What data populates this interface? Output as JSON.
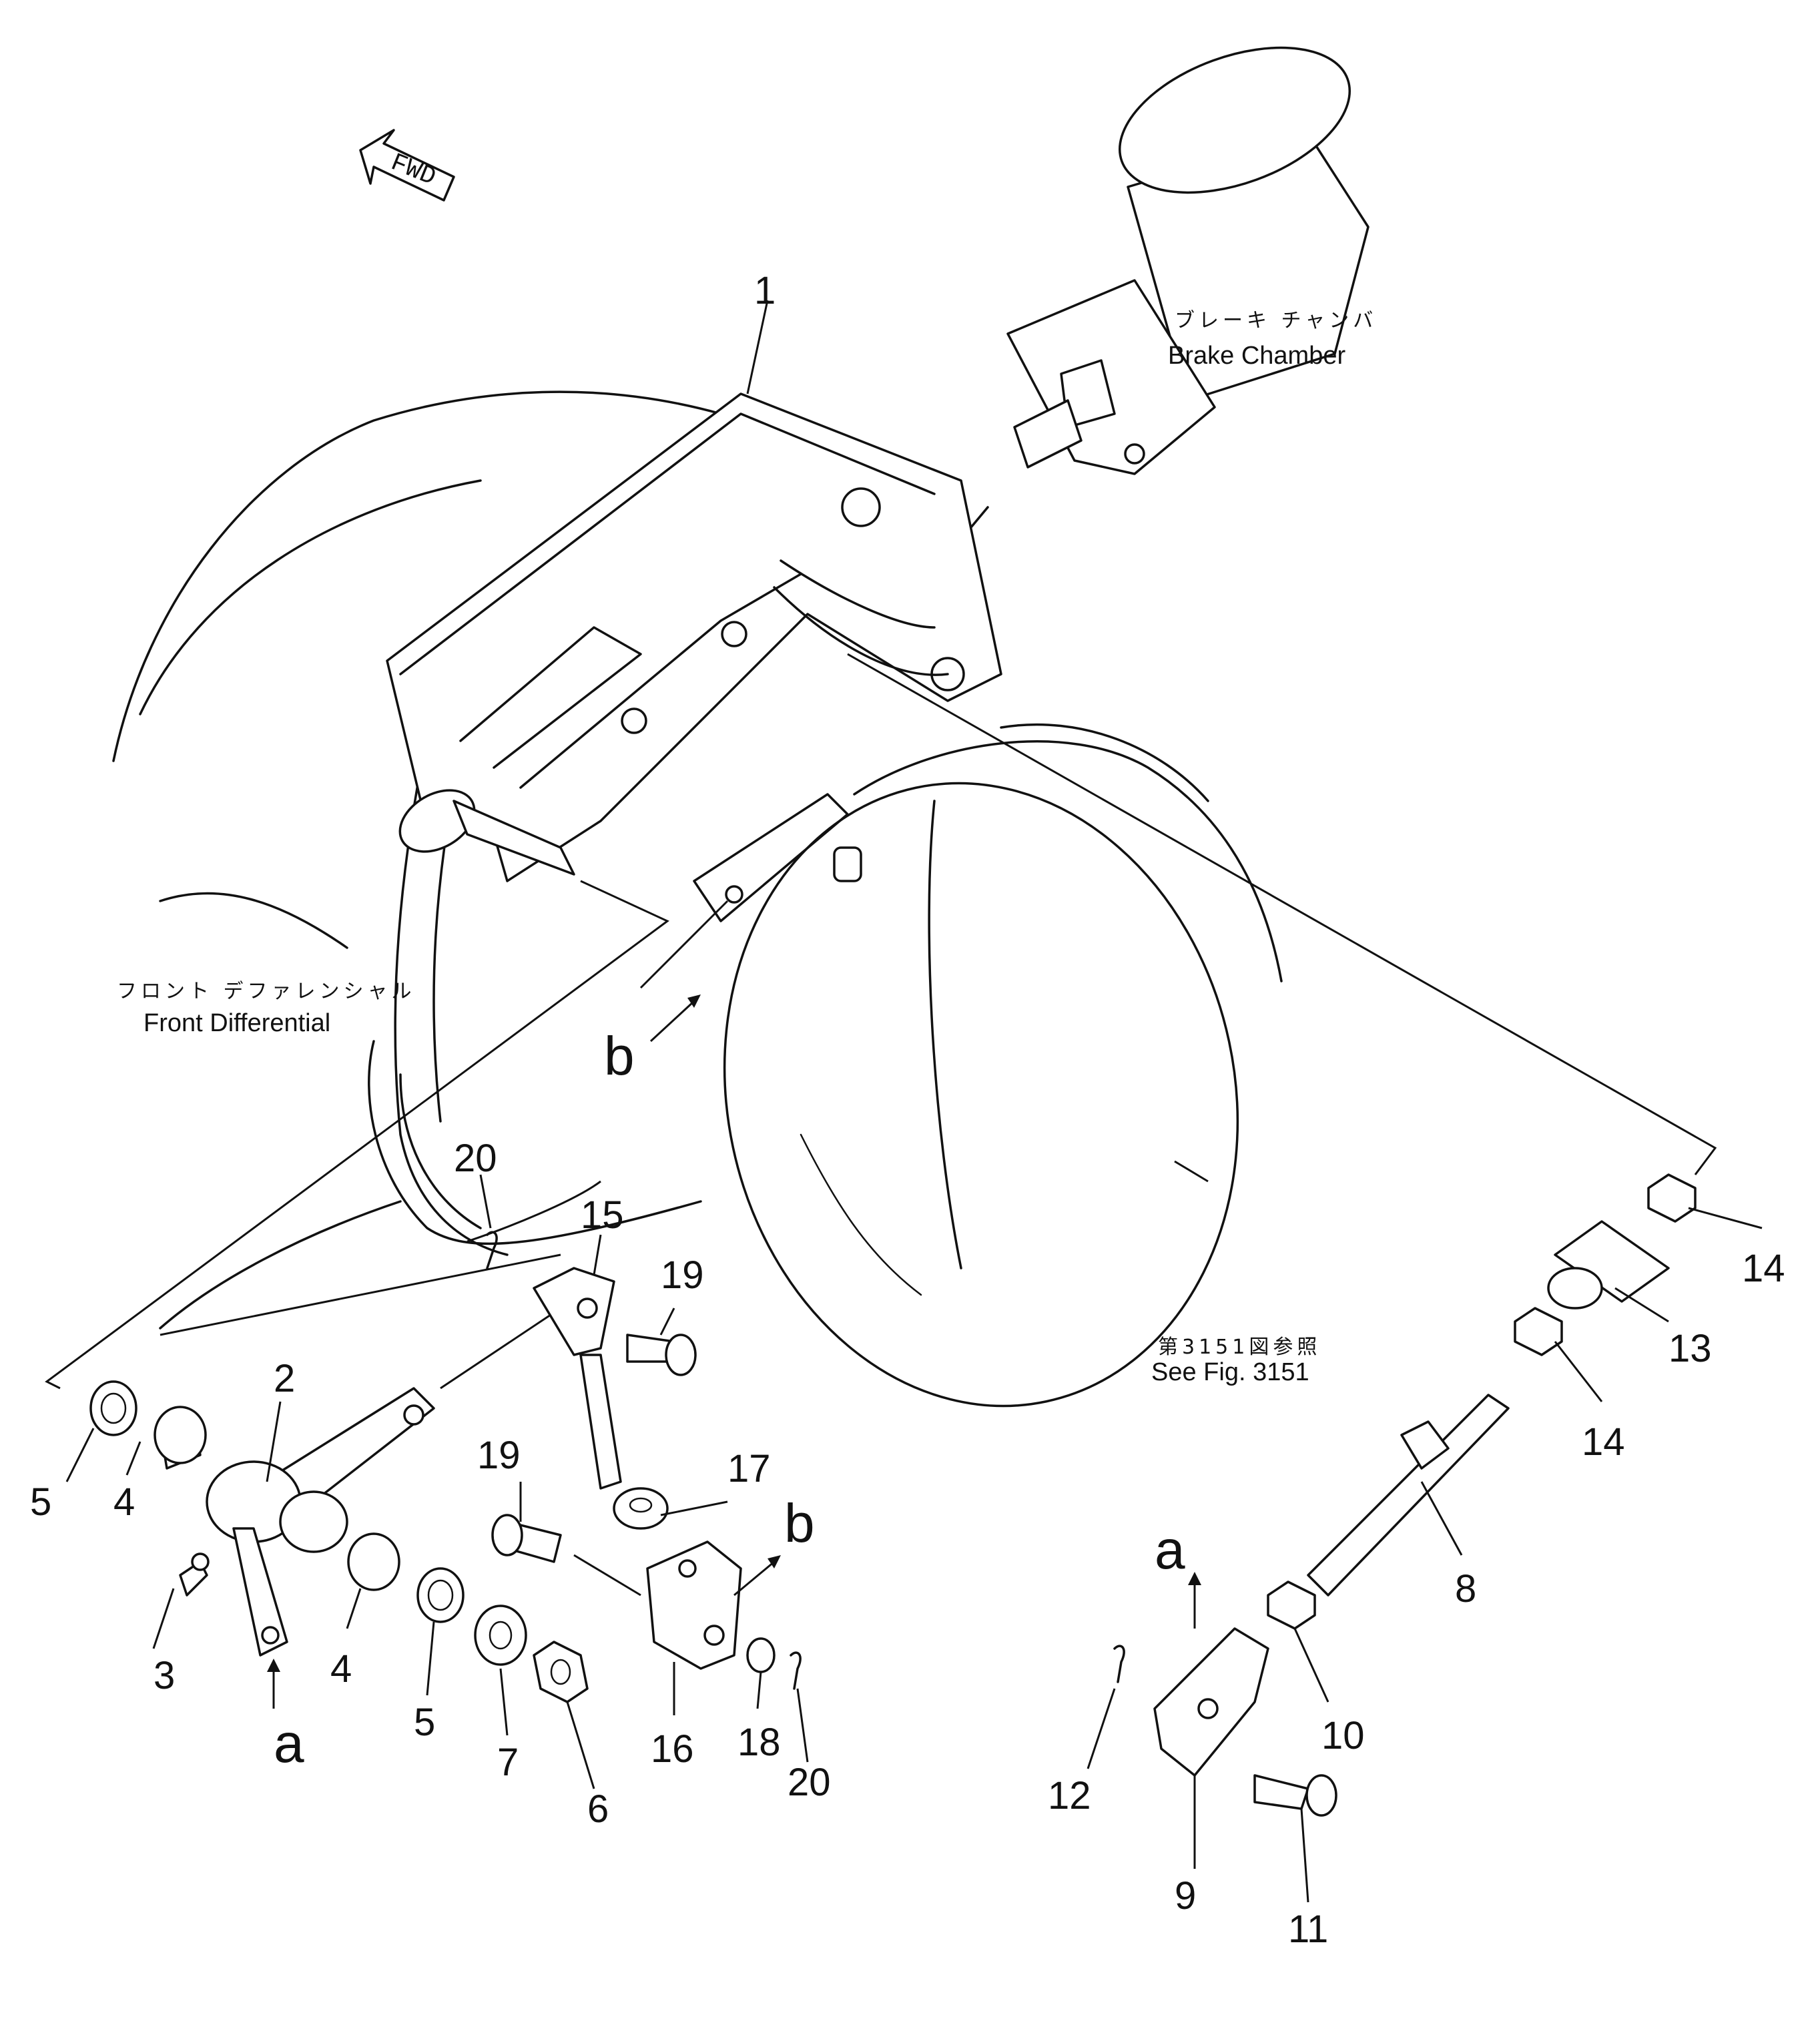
{
  "fwd_label": "FWD",
  "labels": {
    "brake_chamber_jp": "ブレーキ チャンバ",
    "brake_chamber_en": "Brake Chamber",
    "front_diff_jp": "フロント デファレンシャル",
    "front_diff_en": "Front Differential",
    "see_fig_jp": "第3151図参照",
    "see_fig_en": "See Fig. 3151"
  },
  "callouts": {
    "p1": "1",
    "p2": "2",
    "p3": "3",
    "p4a": "4",
    "p4b": "4",
    "p5a": "5",
    "p5b": "5",
    "p6": "6",
    "p7": "7",
    "p8": "8",
    "p9": "9",
    "p10": "10",
    "p11": "11",
    "p12": "12",
    "p13": "13",
    "p14a": "14",
    "p14b": "14",
    "p15": "15",
    "p16": "16",
    "p17": "17",
    "p18": "18",
    "p19a": "19",
    "p19b": "19",
    "p20a": "20",
    "p20b": "20"
  },
  "refs": {
    "a1": "a",
    "a2": "a",
    "b1": "b",
    "b2": "b"
  }
}
